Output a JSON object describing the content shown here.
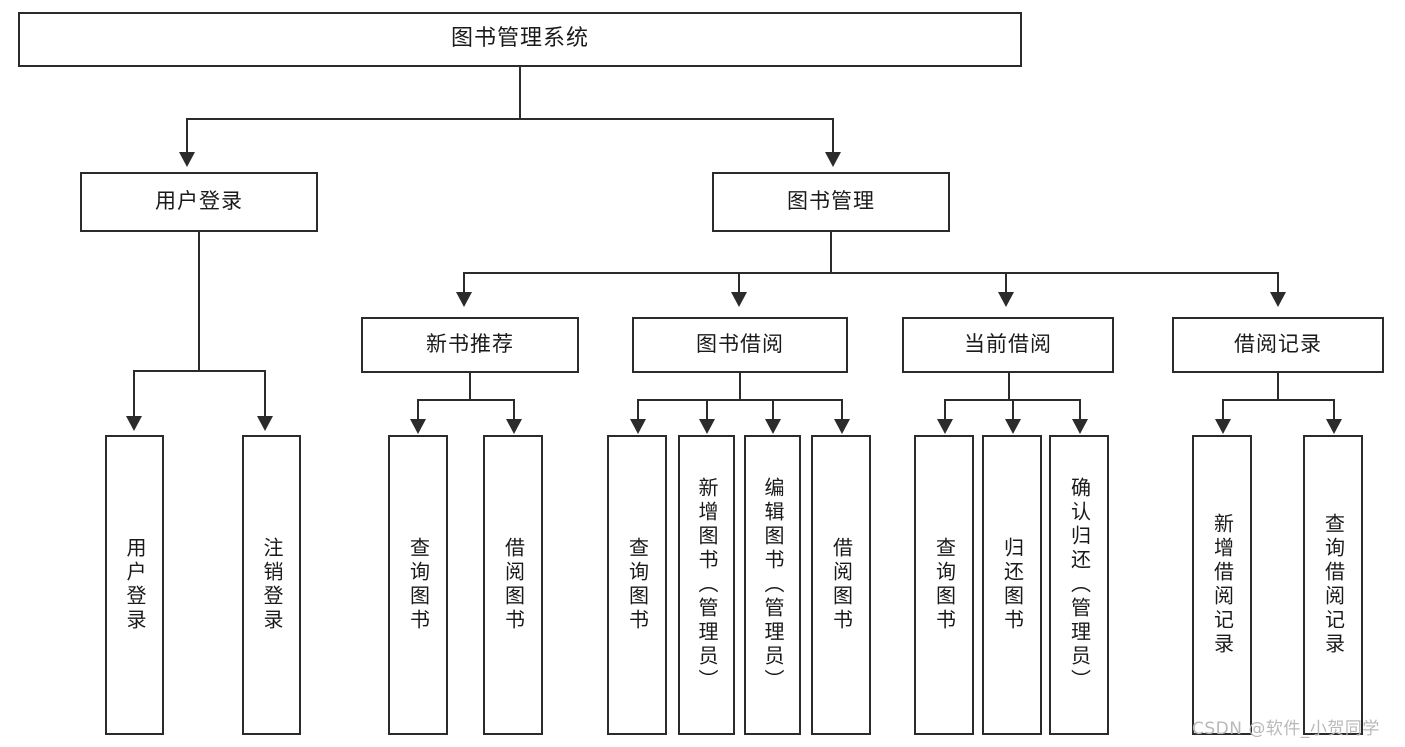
{
  "diagram": {
    "type": "tree-hierarchy",
    "title": "图书管理系统",
    "root": {
      "label": "图书管理系统"
    },
    "level2": [
      {
        "label": "用户登录"
      },
      {
        "label": "图书管理"
      }
    ],
    "level3": [
      {
        "label": "新书推荐"
      },
      {
        "label": "图书借阅"
      },
      {
        "label": "当前借阅"
      },
      {
        "label": "借阅记录"
      }
    ],
    "leaves": {
      "user_login": [
        {
          "label": "用户登录"
        },
        {
          "label": "注销登录"
        }
      ],
      "new_book_recommend": [
        {
          "label": "查询图书"
        },
        {
          "label": "借阅图书"
        }
      ],
      "book_borrow": [
        {
          "label": "查询图书"
        },
        {
          "label": "新增图书（管理员）"
        },
        {
          "label": "编辑图书（管理员）"
        },
        {
          "label": "借阅图书"
        }
      ],
      "current_borrow": [
        {
          "label": "查询图书"
        },
        {
          "label": "归还图书"
        },
        {
          "label": "确认归还（管理员）"
        }
      ],
      "borrow_record": [
        {
          "label": "新增借阅记录"
        },
        {
          "label": "查询借阅记录"
        }
      ]
    }
  },
  "watermark": {
    "text": "CSDN @软件_小贺同学"
  },
  "colors": {
    "stroke": "#2b2b2b",
    "background": "#ffffff",
    "text": "#1a1a1a",
    "watermark": "#b9b9b9"
  }
}
